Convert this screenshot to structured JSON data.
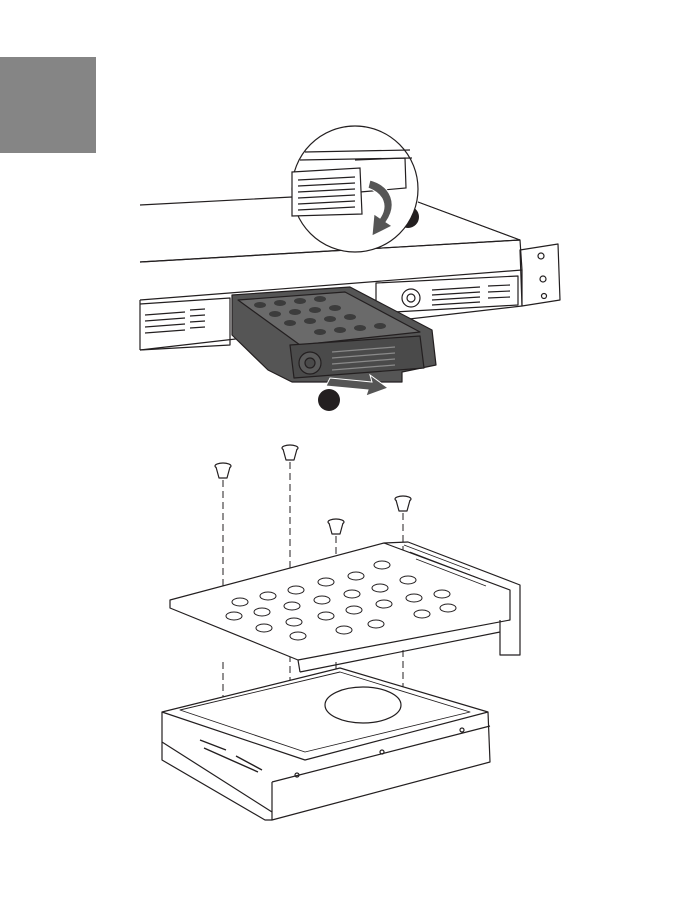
{
  "page": {
    "side_tab_color": "#858585",
    "ink_color": "#231f20",
    "tray_color": "#555555",
    "step_badge_color": "#231f20"
  },
  "figures": [
    {
      "name": "remove-drive-tray",
      "icons": [
        "curved-arrow-icon",
        "pull-arrow-icon"
      ]
    },
    {
      "name": "mount-drive-in-tray",
      "icons": [
        "screw-icon"
      ],
      "screw_count": 4
    }
  ]
}
